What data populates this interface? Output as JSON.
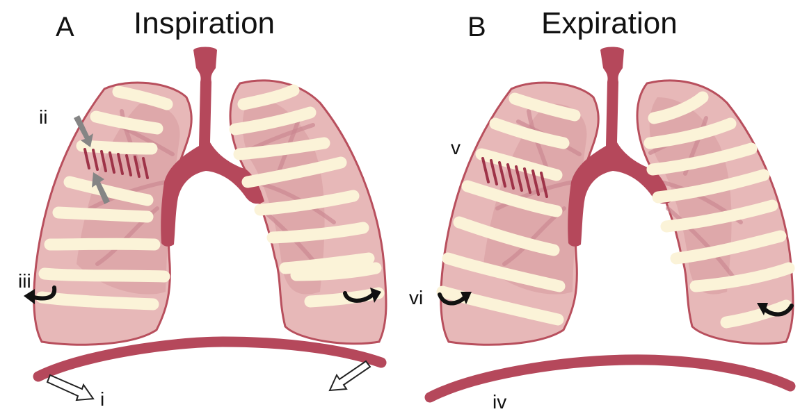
{
  "panels": [
    {
      "letter": "A",
      "title": "Inspiration"
    },
    {
      "letter": "B",
      "title": "Expiration"
    }
  ],
  "labels": {
    "i": "i",
    "ii": "ii",
    "iii": "iii",
    "iv": "iv",
    "v": "v",
    "vi": "vi"
  },
  "colors": {
    "lung_fill": "#e7b8b8",
    "lung_outline": "#b84f5d",
    "airway": "#b5485b",
    "rib": "#fbf3d8",
    "diaphragm": "#b5485b",
    "intercostal_arrow": "#858585",
    "rotation_arrow": "#111111"
  }
}
